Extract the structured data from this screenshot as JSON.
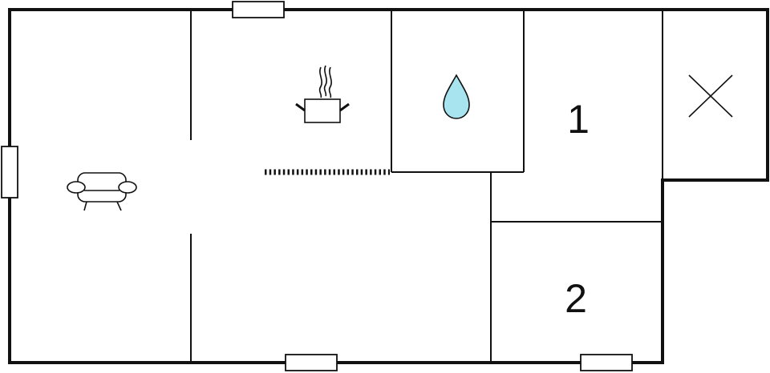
{
  "floor_plan": {
    "rooms": [
      {
        "id": "living-room",
        "icon": "sofa-icon"
      },
      {
        "id": "kitchen",
        "icon": "cooking-pot-icon"
      },
      {
        "id": "bathroom",
        "icon": "water-drop-icon"
      },
      {
        "id": "bedroom-1",
        "label": "1"
      },
      {
        "id": "bedroom-2",
        "label": "2"
      },
      {
        "id": "storage",
        "icon": "cross-icon"
      }
    ],
    "colors": {
      "wall": "#111111",
      "background": "#ffffff",
      "water_drop": "#a8e4ef"
    }
  }
}
